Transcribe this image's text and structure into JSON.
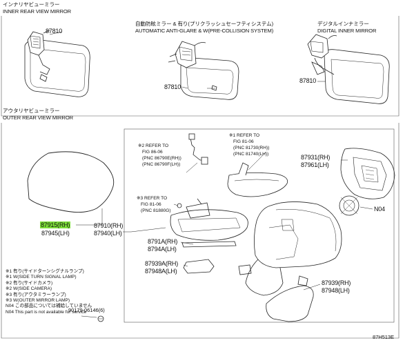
{
  "sections": {
    "inner": {
      "title_jp": "インナリヤビューミラー",
      "title_en": "INNER REAR VIEW MIRROR"
    },
    "outer": {
      "title_jp": "アウタリヤビューミラー",
      "title_en": "OUTER REAR VIEW MIRROR"
    }
  },
  "inner_mirrors": [
    {
      "part": "87810"
    },
    {
      "heading_jp": "自動防眩ミラー & 有り(プリクラッシュセーフティシステム)",
      "heading_en": "AUTOMATIC ANTI-GLARE & W(PRE-COLLISION SYSTEM)",
      "part": "87810"
    },
    {
      "heading_jp": "デジタルインナミラー",
      "heading_en": "DIGITAL INNER MIRROR",
      "part": "87810"
    }
  ],
  "outer_parts": {
    "cover_rh": "87915(RH)",
    "cover_lh": "87945(LH)",
    "assy_rh": "87910(RH)",
    "assy_lh": "87940(LH)",
    "mirror_rh": "87931(RH)",
    "mirror_lh": "87961(LH)",
    "n04": "N04",
    "sub_a_rh": "8791A(RH)",
    "sub_a_lh": "8794A(LH)",
    "sub_39_rh": "87939A(RH)",
    "sub_48_lh": "87948A(LH)",
    "base_rh": "87939(RH)",
    "base_lh": "87948(LH)",
    "screw": "90179-06146(6)"
  },
  "refs": {
    "ref2": [
      "※2 REFER TO",
      "FIG 86-06",
      "(PNC 86790E(RH))",
      "(PNC 86790F(LH))"
    ],
    "ref1": [
      "※1 REFER TO",
      "FIG 81-06",
      "(PNC 81730(RH))",
      "(PNC 81740(LH))"
    ],
    "ref3": [
      "※3 REFER TO",
      "FIG 81-06",
      "(PNC 81880G)"
    ]
  },
  "notes": [
    "※1 有り(サイドターンシグナルランプ)",
    "※1 W(SIDE TURN SIGNAL LAMP)",
    "※2 有り(サイドカメラ)",
    "※2 W(SIDE CAMERA)",
    "※3 有り(アウタミラーランプ)",
    "※3 W(OUTER MIRROR LAMP)",
    "N04 この部品については補給していません",
    "N04 This part is not available for service"
  ],
  "figure_code": "87H513E"
}
